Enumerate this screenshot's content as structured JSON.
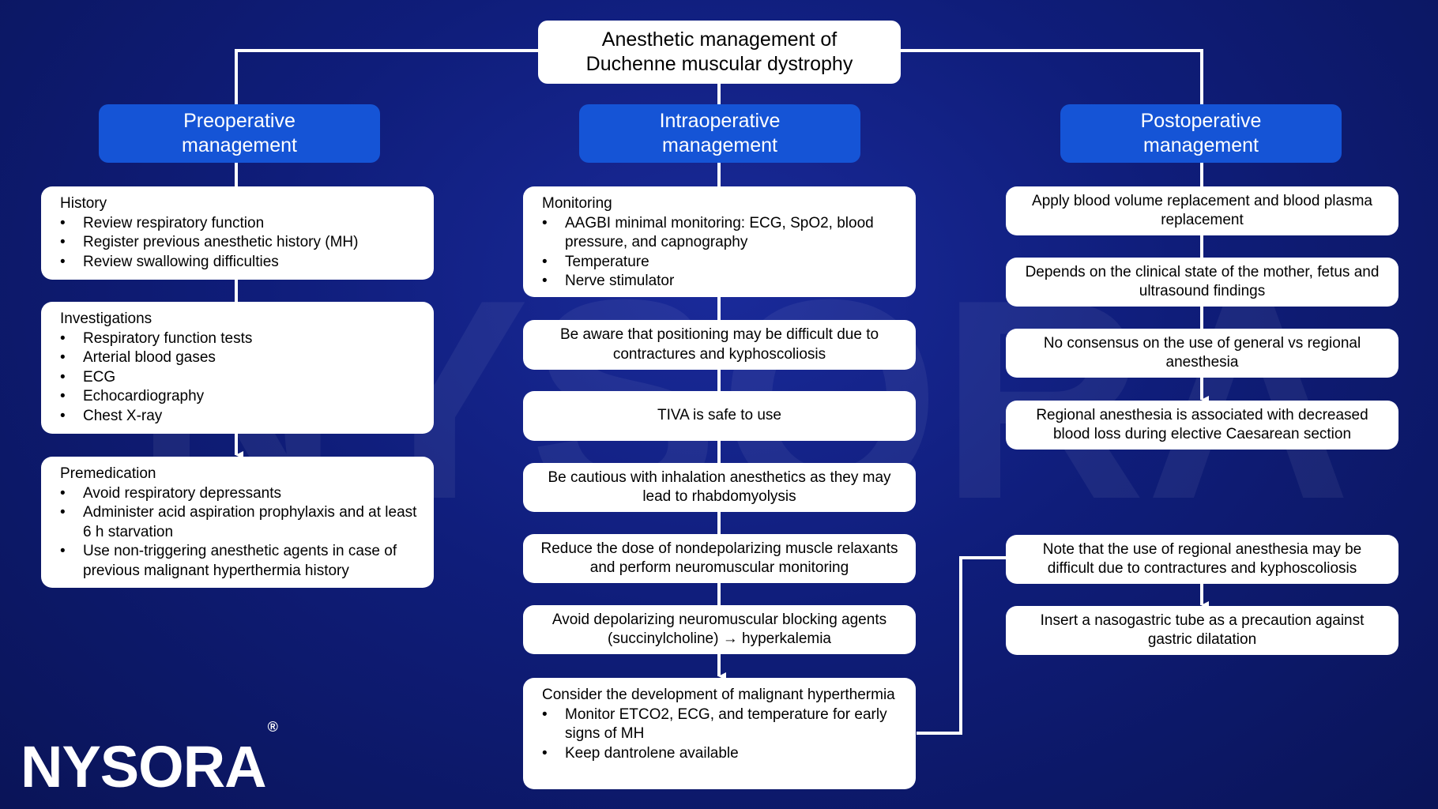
{
  "title": {
    "line1": "Anesthetic management of",
    "line2": "Duchenne muscular dystrophy"
  },
  "watermark": {
    "text": "NYSORA"
  },
  "brand": {
    "logo": "NYSORA",
    "mark": "®"
  },
  "columns": {
    "pre": {
      "header_line1": "Preoperative",
      "header_line2": "management",
      "history": {
        "head": "History",
        "items": [
          "Review respiratory function",
          "Register previous anesthetic history (MH)",
          "Review swallowing difficulties"
        ]
      },
      "investigations": {
        "head": "Investigations",
        "items": [
          "Respiratory function tests",
          "Arterial blood gases",
          "ECG",
          "Echocardiography",
          "Chest X-ray"
        ]
      },
      "premedication": {
        "head": "Premedication",
        "items": [
          "Avoid respiratory depressants",
          "Administer acid aspiration prophylaxis and at least 6 h starvation",
          "Use non-triggering anesthetic agents in case of previous malignant hyperthermia history"
        ]
      }
    },
    "intra": {
      "header_line1": "Intraoperative",
      "header_line2": "management",
      "monitoring": {
        "head": "Monitoring",
        "items": [
          "AAGBI minimal monitoring: ECG, SpO2, blood pressure, and capnography",
          "Temperature",
          "Nerve stimulator"
        ]
      },
      "positioning": "Be aware that positioning may be difficult due to contractures and kyphoscoliosis",
      "tiva": "TIVA is safe to use",
      "inhalation": "Be cautious with inhalation anesthetics as they may lead to rhabdomyolysis",
      "nondepolarizing": "Reduce the dose of nondepolarizing muscle relaxants and perform neuromuscular monitoring",
      "depolarizing": "Avoid depolarizing neuromuscular blocking agents (succinylcholine) → hyperkalemia",
      "mh": {
        "head": "Consider the development of malignant hyperthermia",
        "items": [
          "Monitor ETCO2, ECG, and temperature for early signs of MH",
          "Keep dantrolene available"
        ]
      }
    },
    "post": {
      "header_line1": "Postoperative",
      "header_line2": "management",
      "blood_volume": "Apply blood volume replacement and blood plasma replacement",
      "clinical_state": "Depends on the clinical state of the mother, fetus and ultrasound findings",
      "consensus": "No consensus on the use of general vs regional anesthesia",
      "regional_blood_loss": "Regional anesthesia is associated with decreased blood loss during elective Caesarean section",
      "regional_difficult": "Note that the use of regional anesthesia may be difficult due to contractures and kyphoscoliosis",
      "nasogastric": "Insert a nasogastric tube as a precaution against gastric dilatation"
    }
  }
}
